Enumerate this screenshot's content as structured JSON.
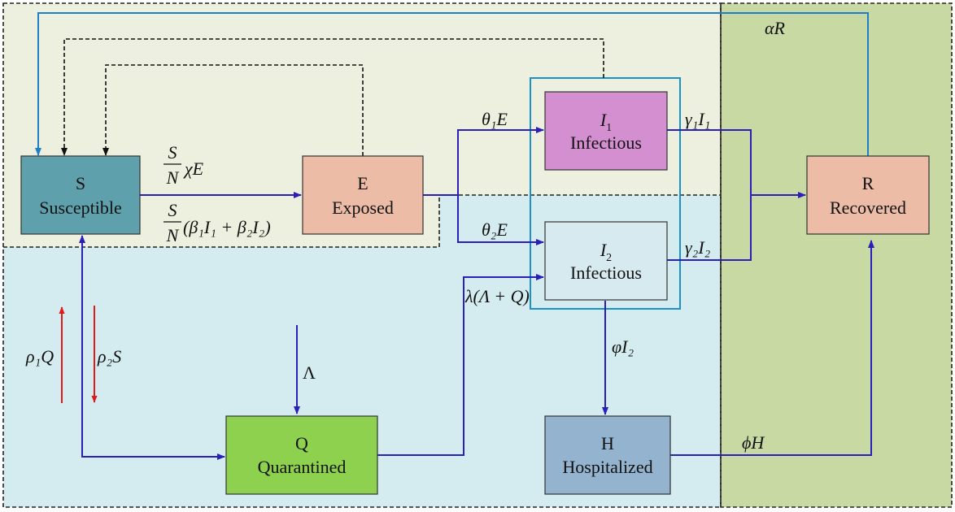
{
  "nodes": {
    "susceptible": {
      "letter": "S",
      "label": "Susceptible",
      "color": "#5fa0ad"
    },
    "exposed": {
      "letter": "E",
      "label": "Exposed",
      "color": "#ecbca6"
    },
    "infectious1": {
      "letter": "I",
      "sub": "1",
      "label": "Infectious",
      "color": "#d48fd0"
    },
    "infectious2": {
      "letter": "I",
      "sub": "2",
      "label": "Infectious",
      "color": "#d7eaf0"
    },
    "quarantined": {
      "letter": "Q",
      "label": "Quarantined",
      "color": "#8ed14f"
    },
    "hospitalized": {
      "letter": "H",
      "label": "Hospitalized",
      "color": "#93b3cf"
    },
    "recovered": {
      "letter": "R",
      "label": "Recovered",
      "color": "#ecbca6"
    }
  },
  "rates": {
    "alpha_R": "αR",
    "S_over_N": "S",
    "N": "N",
    "chi_E": "χE",
    "beta_term": "(β₁I₁ + β₂I₂)",
    "theta1_E": "θ₁E",
    "theta2_E": "θ₂E",
    "gamma1_I1": "γ₁I₁",
    "gamma2_I2": "γ₂I₂",
    "lambda_term": "λ(Λ + Q)",
    "Lambda": "Λ",
    "varphi_I2": "φI₂",
    "phi_H": "ϕH",
    "rho1_Q": "ρ₁Q",
    "rho2_S": "ρ₂S"
  },
  "colors": {
    "region_top": "#eef0df",
    "region_bottom": "#d4ecf0",
    "region_right": "#c8d9a3",
    "flow_arrow": "#2a1fb8",
    "feedback_arrow": "#1e7fc6",
    "red_arrow": "#e0191b",
    "infectious_frame": "#1e90c8"
  }
}
